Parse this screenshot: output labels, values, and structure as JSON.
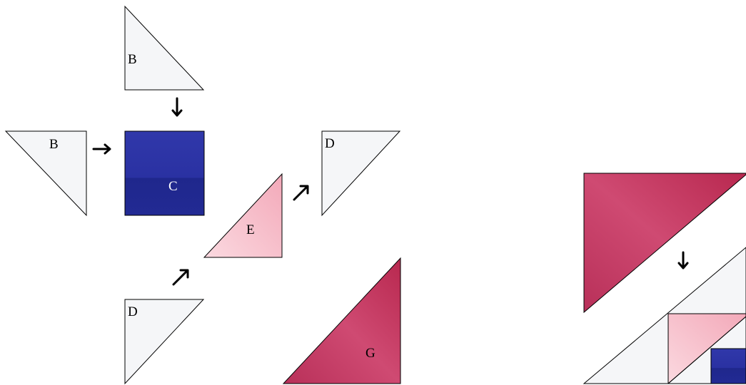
{
  "diagram": {
    "labels": {
      "b_top": "B",
      "b_left": "B",
      "c": "C",
      "d_right": "D",
      "e": "E",
      "d_bottom": "D",
      "g": "G"
    },
    "colors": {
      "white_fabric": "#f5f6f8",
      "blue_fabric": "#2a33a0",
      "blue_dark": "#1d2586",
      "pink_fabric": "#f6c2cd",
      "magenta_fabric": "#c43c64",
      "magenta_dark": "#a9284f",
      "arrow": "#000000"
    }
  }
}
